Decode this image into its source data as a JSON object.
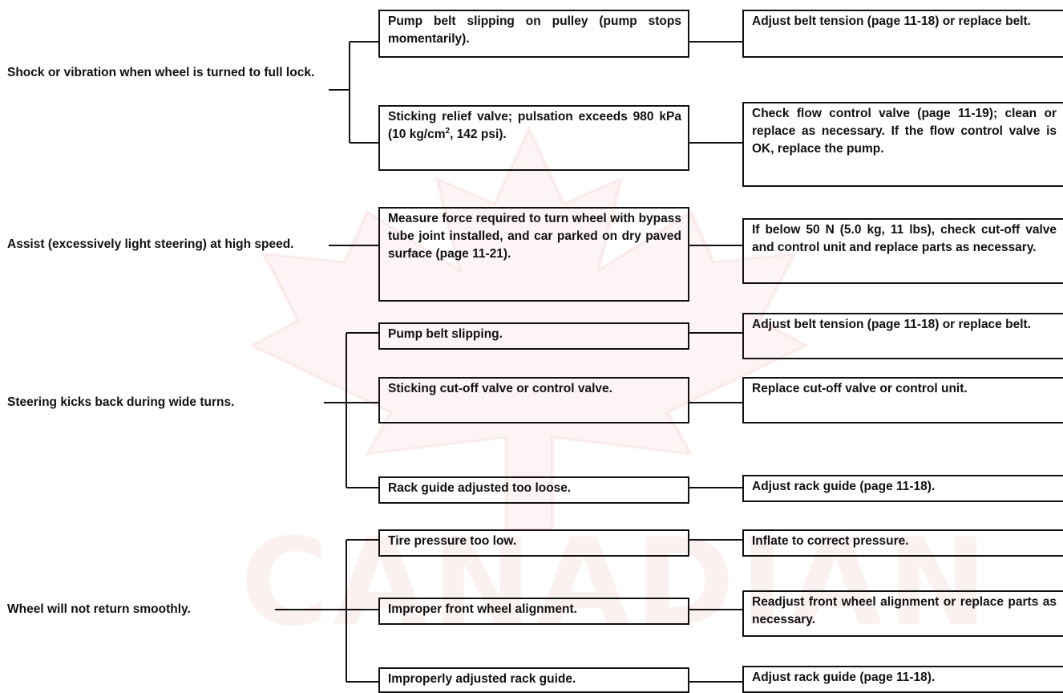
{
  "symptoms": [
    {
      "text": "Shock or vibration when wheel is turned to full lock."
    },
    {
      "text": "Assist (excessively light steering) at high speed."
    },
    {
      "text": "Steering kicks back during wide turns."
    },
    {
      "text": "Wheel will not return smoothly."
    }
  ],
  "causes": [
    {
      "text": "Pump belt slipping on pulley (pump stops momentarily)."
    },
    {
      "text_before": "Sticking relief valve; pulsation exceeds 980 kPa (10 kg/cm",
      "sup": "2",
      "text_after": ", 142 psi)."
    },
    {
      "text": "Measure force required to turn wheel with bypass tube joint installed, and car parked on dry paved surface (page 11-21)."
    },
    {
      "text": "Pump belt slipping."
    },
    {
      "text": "Sticking cut-off valve or control valve."
    },
    {
      "text": "Rack guide adjusted too loose."
    },
    {
      "text": "Tire pressure too low."
    },
    {
      "text": "Improper front wheel alignment."
    },
    {
      "text": "Improperly adjusted rack guide."
    }
  ],
  "remedies": [
    {
      "text": "Adjust belt tension (page 11-18) or replace belt."
    },
    {
      "text": "Check flow control valve (page 11-19); clean or replace as necessary. If the flow control valve is OK, replace the pump."
    },
    {
      "text": "If below 50 N (5.0 kg, 11 lbs), check cut-off valve and control unit and replace parts as necessary."
    },
    {
      "text": "Adjust belt tension (page 11-18) or replace belt."
    },
    {
      "text": "Replace cut-off valve or control unit."
    },
    {
      "text": "Adjust rack guide (page 11-18)."
    },
    {
      "text": "Inflate to correct pressure."
    },
    {
      "text": "Readjust front wheel alignment or replace parts as necessary."
    },
    {
      "text": "Adjust rack guide (page 11-18)."
    }
  ],
  "watermark": {
    "text": "CANADIAN"
  }
}
